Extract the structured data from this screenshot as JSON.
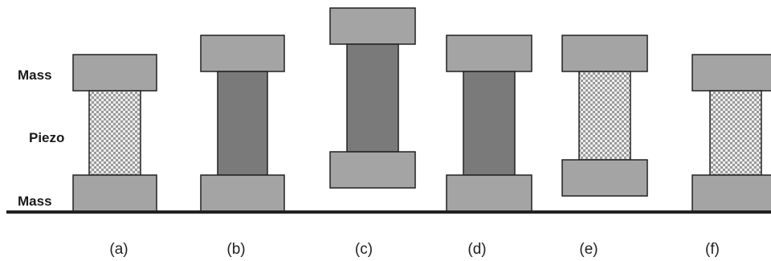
{
  "labels": {
    "mass_top": "Mass",
    "piezo": "Piezo",
    "mass_bottom": "Mass"
  },
  "captions": [
    "(a)",
    "(b)",
    "(c)",
    "(d)",
    "(e)",
    "(f)"
  ],
  "colors": {
    "mass_fill": "#a4a4a4",
    "piezo_solid_fill": "#7a7a7a",
    "checker_light": "#eeeeee",
    "checker_dark": "#9a9a9a",
    "outline": "#222222",
    "ground": "#222222"
  }
}
